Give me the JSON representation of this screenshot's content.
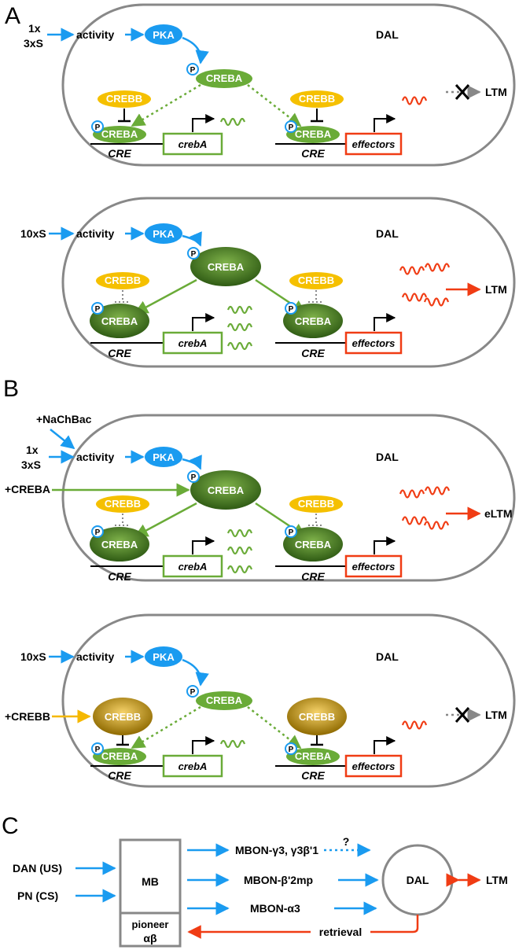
{
  "panels": {
    "A": "A",
    "B": "B",
    "C": "C"
  },
  "labels": {
    "activity": "activity",
    "pka": "PKA",
    "creba": "CREBA",
    "crebb": "CREBB",
    "p": "P",
    "cre": "CRE",
    "creba_gene": "crebA",
    "effectors": "effectors",
    "dal": "DAL",
    "ltm": "LTM",
    "eltm": "eLTM"
  },
  "stimuli": {
    "s1x": "1x",
    "s3x": "3xS",
    "s10x": "10xS",
    "nachbac": "+NaChBac",
    "plus_creba": "+CREBA",
    "plus_crebb": "+CREBB"
  },
  "circuit": {
    "dan": "DAN (US)",
    "pn": "PN (CS)",
    "mb": "MB",
    "pioneer": "pioneer",
    "ab": "αβ",
    "mbon_g3": "MBON-γ3, γ3β'1",
    "mbon_b2mp": "MBON-β'2mp",
    "mbon_a3": "MBON-α3",
    "question": "?",
    "dal": "DAL",
    "ltm": "LTM",
    "retrieval": "retrieval"
  },
  "colors": {
    "blue": "#1a9bf0",
    "green": "#6aab38",
    "dark_green": "#3a6b1c",
    "yellow": "#f5c000",
    "red": "#f03c14",
    "gray": "#888888"
  }
}
